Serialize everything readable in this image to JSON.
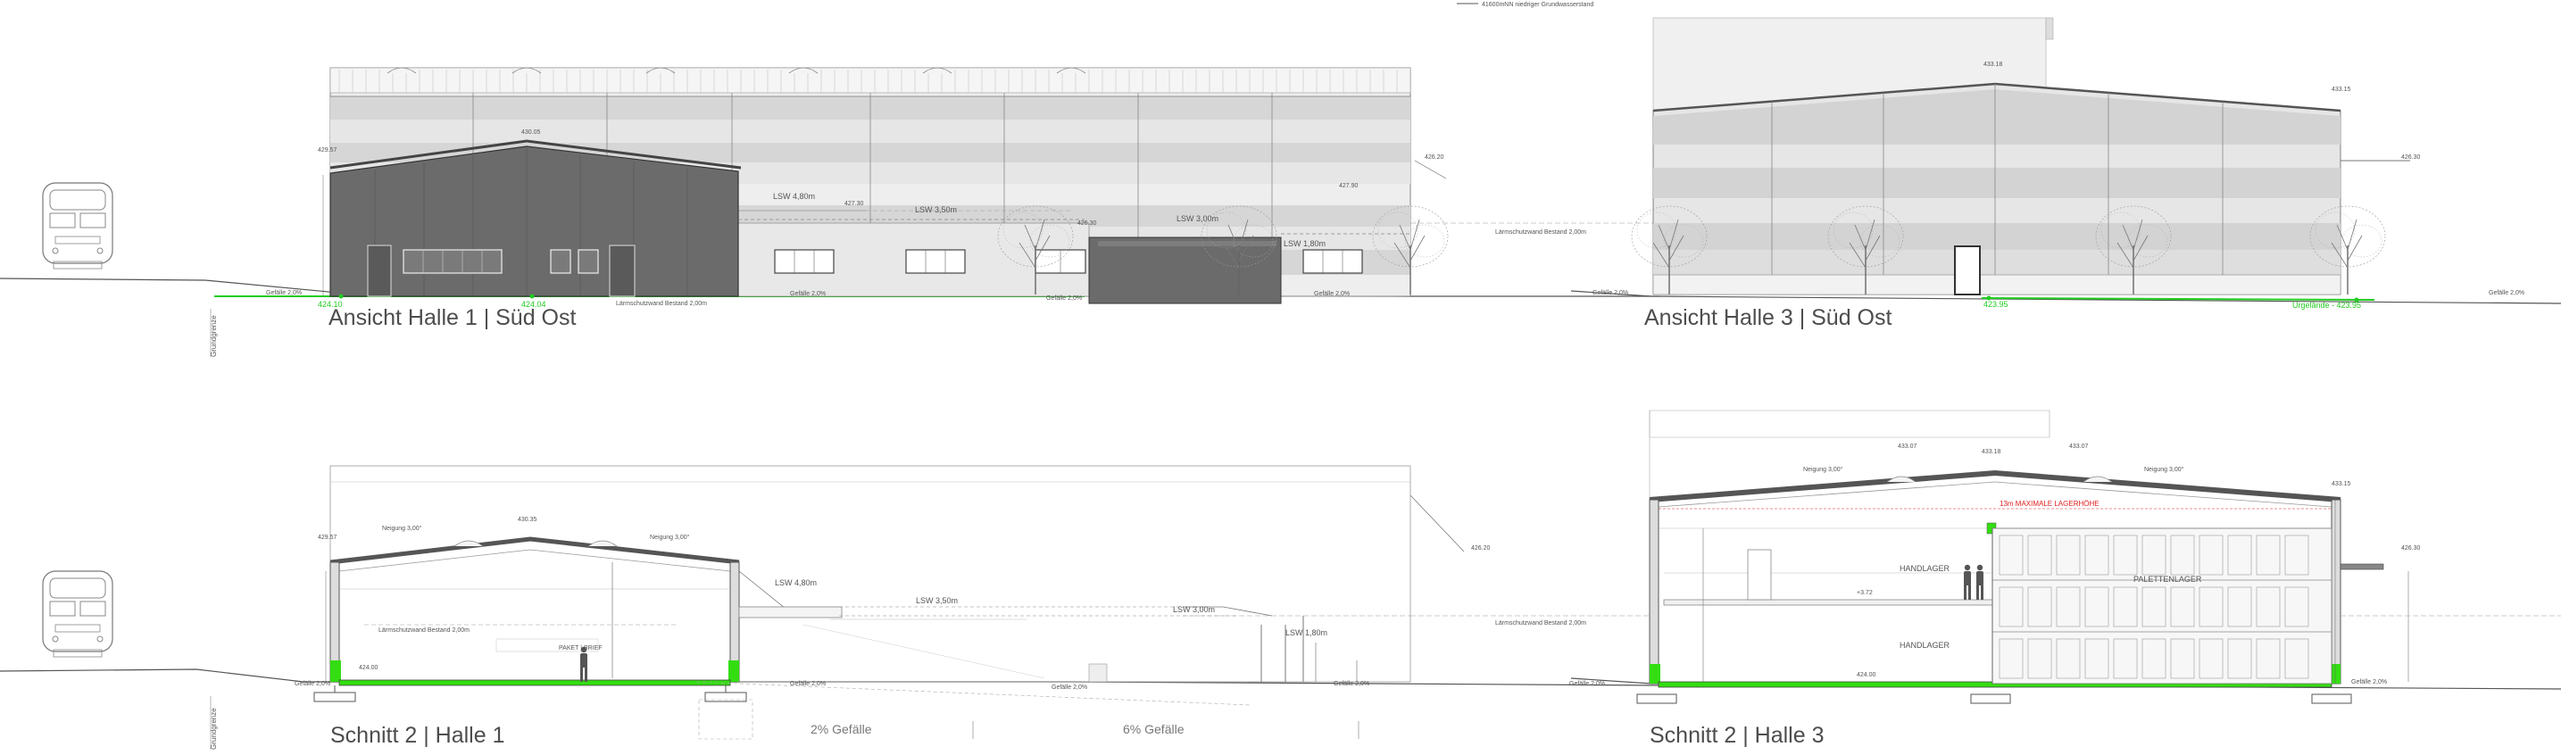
{
  "legend": {
    "text": "41600mNN  niedriger Grundwasserstand"
  },
  "views": {
    "halle1_view": {
      "title": "Ansicht Halle 1 | Süd Ost",
      "gefaelle_1": "Gefälle 2,0%",
      "gefaelle_2": "Gefälle 2,0%",
      "gefaelle_3": "Gefälle 2,0%",
      "gefaelle_4": "Gefälle 2,0%",
      "wall_label": "Lärmschutzwand Bestand 2,00m",
      "lsw_1": "LSW 4,80m",
      "lsw_2": "LSW 3,50m",
      "lsw_3": "LSW 3,00m",
      "lsw_4": "LSW 1,80m",
      "level_green_1": "424.10",
      "level_green_2": "424.04",
      "level_top": "430.05",
      "level_left": "429.57",
      "level_mid_1": "427.30",
      "level_mid_2": "427.90",
      "level_mid_3": "426.30",
      "level_right": "426.20"
    },
    "halle3_view": {
      "title": "Ansicht Halle 3 | Süd Ost",
      "wall_label": "Lärmschutzwand Bestand 2,00m",
      "gefaelle_1": "Gefälle 2,0%",
      "gefaelle_2": "Gefälle 2,0%",
      "level_green_1": "423.95",
      "level_green_2": "Urgelände - 423.95",
      "level_top": "433.18",
      "level_right_top": "433.15",
      "level_right": "426.30"
    },
    "section_halle1": {
      "title": "Schnitt 2 | Halle 1",
      "neigung_1": "Neigung 3,00°",
      "neigung_2": "Neigung 3,00°",
      "level_top": "430.35",
      "level_left": "429.57",
      "wall_label": "Lärmschutzwand Bestand 2,00m",
      "room_label": "PAKET | BRIEF",
      "floor_level": "424.00",
      "lsw_1": "LSW 4,80m",
      "lsw_2": "LSW 3,50m",
      "lsw_3": "LSW 3,00m",
      "lsw_4": "LSW 1,80m",
      "gefaelle_1": "Gefälle 2,0%",
      "gefaelle_2": "Gefälle 2,0%",
      "gefaelle_3": "Gefälle 2,0%",
      "gefaelle_4": "Gefälle 2,0%",
      "level_right": "426.20",
      "slope_1": "2% Gefälle",
      "slope_2": "6% Gefälle"
    },
    "section_halle3": {
      "title": "Schnitt 2 | Halle 3",
      "neigung_1": "Neigung 3,00°",
      "neigung_2": "Neigung 3,00°",
      "level_top": "433.18",
      "level_a": "433.07",
      "level_b": "433.07",
      "level_right_top": "433.15",
      "level_right": "426.30",
      "red_label": "13m MAXIMALE LAGERHÖHE",
      "handlager_1": "HANDLAGER",
      "handlager_2": "HANDLAGER",
      "palettenlager": "PALETTENLAGER",
      "mezz_level": "+3.72",
      "floor_level": "424.00",
      "gefaelle_1": "Gefälle 2,0%",
      "gefaelle_2": "Gefälle 2,0%",
      "wall_label": "Lärmschutzwand Bestand 2,00m"
    }
  },
  "side_labels": {
    "grundgrenze_1": "Grundgrenze",
    "grundgrenze_2": "Grundgrenze"
  },
  "colors": {
    "accent_green": "#33dd11",
    "line": "#555555",
    "dark_facade": "#6b6b6b"
  }
}
